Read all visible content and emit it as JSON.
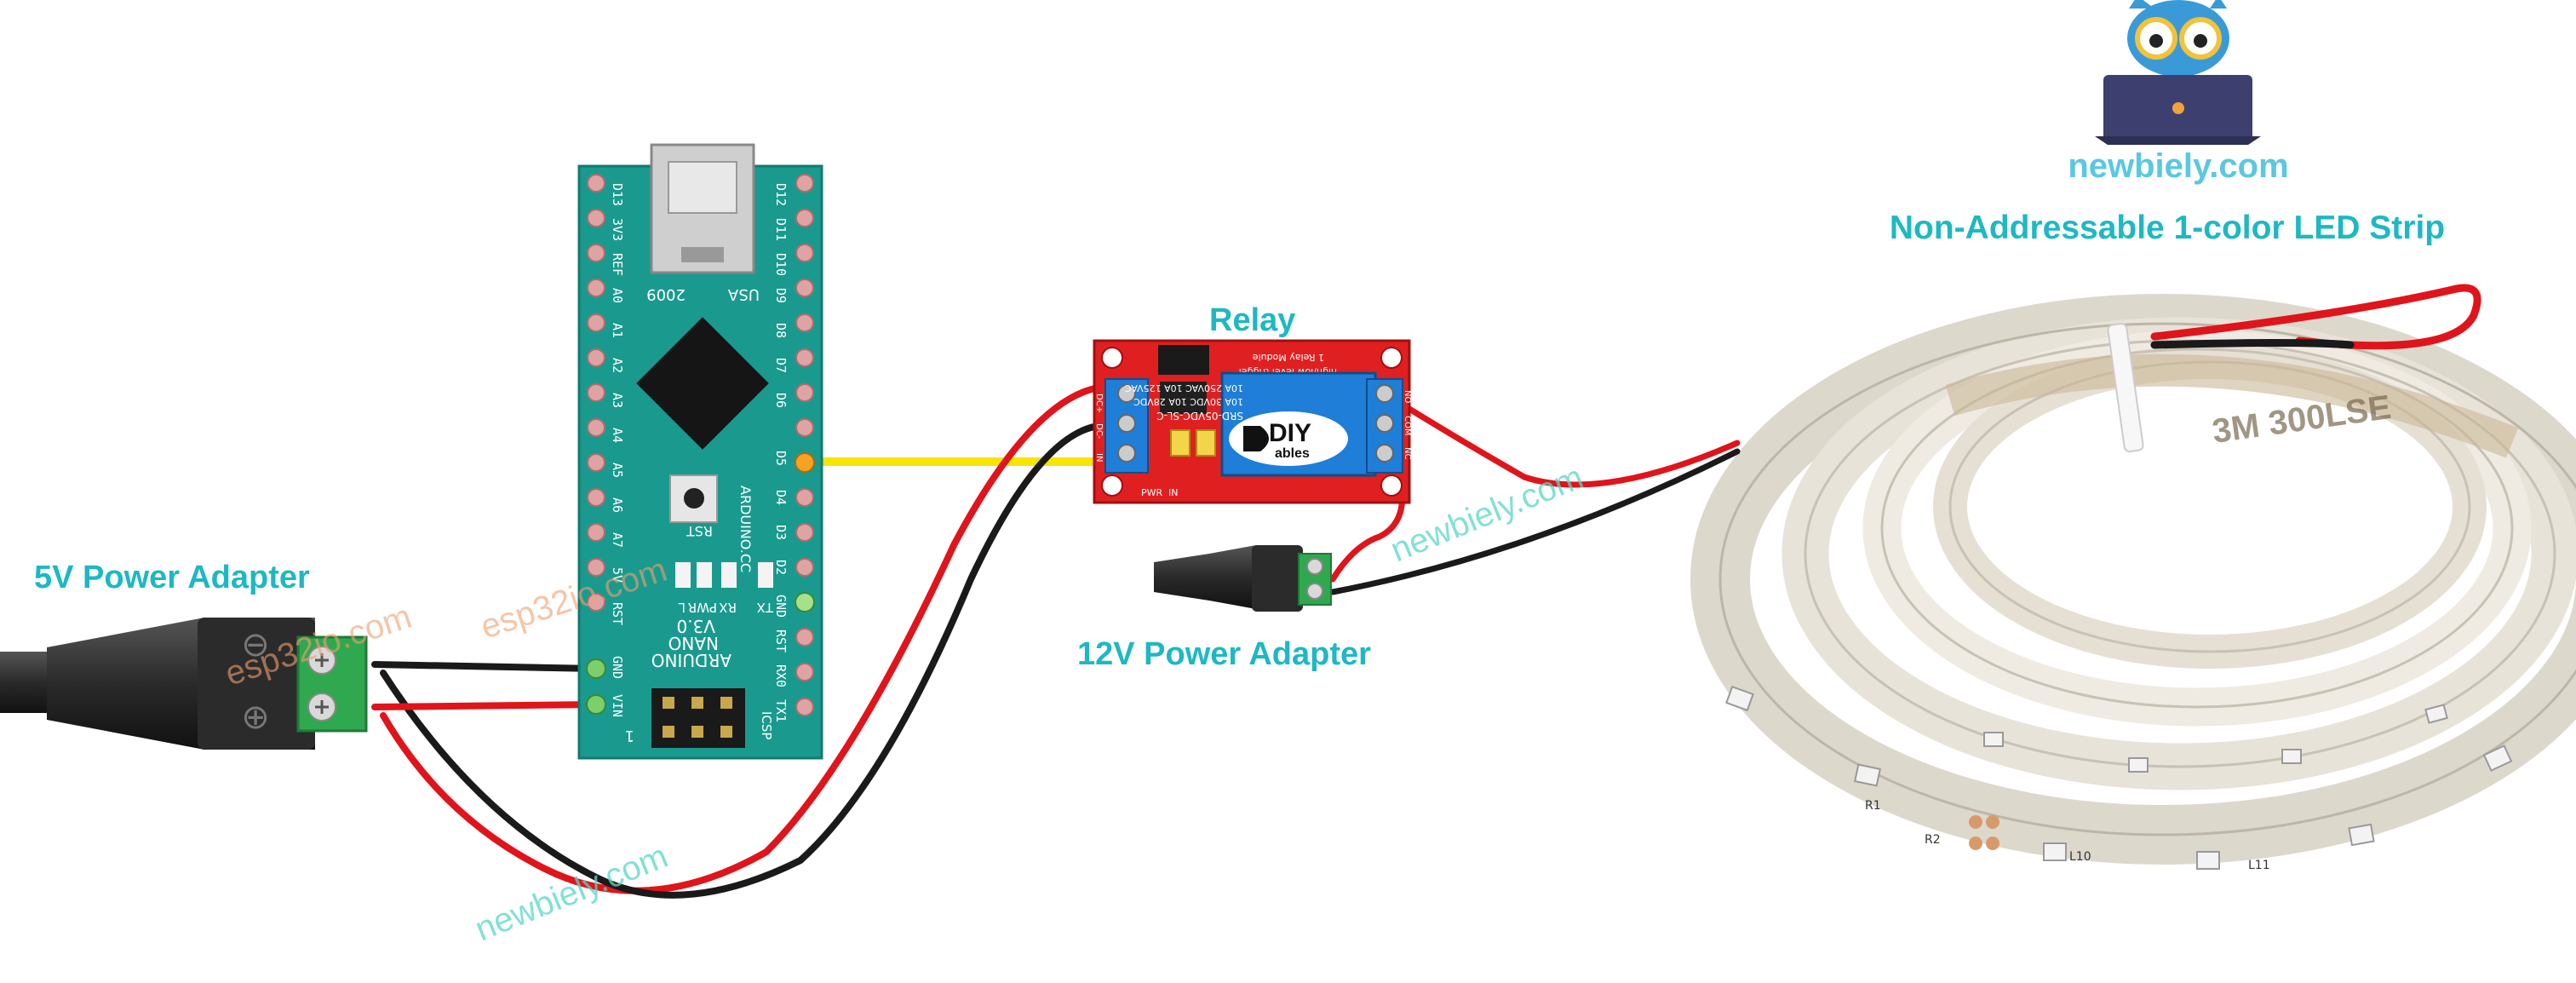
{
  "labels": {
    "relay": "Relay",
    "led_strip": "Non-Addressable 1-color LED Strip",
    "adapter_5v": "5V Power Adapter",
    "adapter_12v": "12V Power Adapter"
  },
  "brand": {
    "site": "newbiely.com"
  },
  "watermarks": {
    "newbiely": "newbiely.com",
    "esp32": "esp32io.com"
  },
  "arduino": {
    "left_pins": [
      "D13",
      "3V3",
      "REF",
      "A0",
      "A1",
      "A2",
      "A3",
      "A4",
      "A5",
      "A6",
      "A7",
      "5V",
      "RST",
      "GND",
      "VIN"
    ],
    "right_pins": [
      "D12",
      "D11",
      "D10",
      "D9",
      "D8",
      "D7",
      "D6",
      "D5",
      "D4",
      "D3",
      "D2",
      "GND",
      "RST",
      "RX0",
      "TX1"
    ],
    "text_2009": "2009",
    "text_usa": "USA",
    "text_rst": "RST",
    "text_cc": "ARDUINO.CC",
    "text_name": "ARDUINO",
    "text_nano": "NANO",
    "text_ver": "V3.0",
    "text_icsp": "ICSP",
    "text_one": "1",
    "led_labels": [
      "L",
      "PWR",
      "RX",
      "TX"
    ]
  },
  "relay": {
    "logo_main": "DIY",
    "logo_sub": "ables",
    "module_text": "1 Relay Module",
    "trigger_text": "high/low level trigger",
    "spec_lines": [
      "10A 250VAC 10A 125VAC",
      "10A 30VDC 10A 28VDC",
      "SRD-05VDC-SL-C"
    ],
    "pwr_text": "PWR",
    "in_text": "IN",
    "pin_labels": [
      "DC+",
      "DC-",
      "IN"
    ],
    "out_labels": [
      "NO",
      "COM",
      "NC"
    ]
  },
  "strip": {
    "tape_text": "3M 300LSE",
    "resistor_labels": [
      "R1",
      "R2",
      "L10",
      "L11"
    ]
  },
  "colors": {
    "accent": "#1eb8c4",
    "arduino_board": "#1a9a8e",
    "relay_board": "#e02020",
    "wire_red": "#e0141b",
    "wire_black": "#1a1a1a",
    "wire_yellow": "#f5e500",
    "terminal_green": "#2fa84f"
  },
  "icons": [
    "owl-laptop-logo-icon"
  ]
}
